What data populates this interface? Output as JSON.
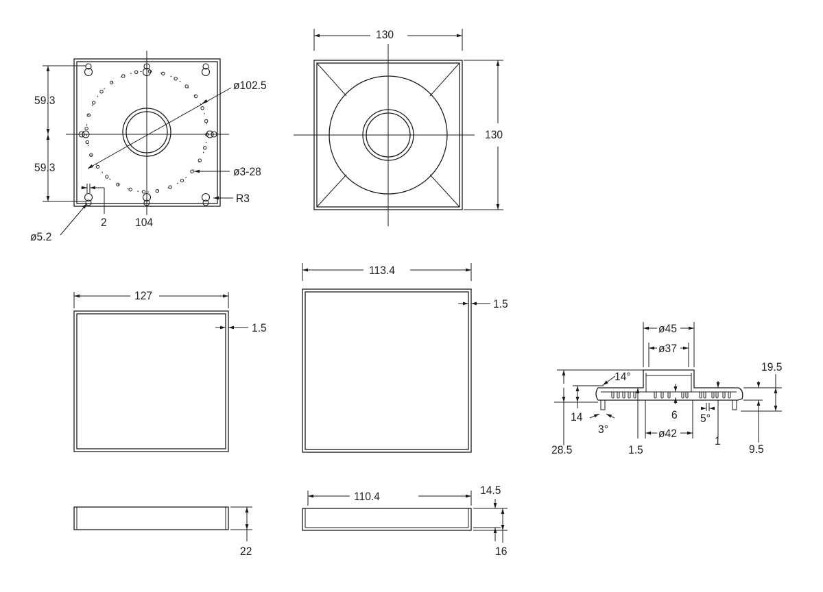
{
  "colors": {
    "ink": "#1a1a1a",
    "background": "#ffffff"
  },
  "labels": {
    "top_left": {
      "h1": "59.3",
      "h2": "59.3",
      "dia_bolt": "ø102.5",
      "hole": "ø3-28",
      "slot": "R3",
      "slot_dia": "ø5.2",
      "gap": "2",
      "pitch": "104"
    },
    "top_right": {
      "width": "130",
      "height": "130"
    },
    "mid_left": {
      "width": "127",
      "wall": "1.5"
    },
    "mid_right": {
      "width": "113.4",
      "wall": "1.5"
    },
    "bottom_left": {
      "height": "22"
    },
    "bottom_right": {
      "width": "110.4",
      "h_inner": "14.5",
      "h_outer": "16"
    },
    "section": {
      "d45": "ø45",
      "d37": "ø37",
      "d42": "ø42",
      "angle14": "14°",
      "angle3": "3°",
      "angle5": "5°",
      "h19_5": "19.5",
      "h9_5": "9.5",
      "h14": "14",
      "h28_5": "28.5",
      "h6": "6",
      "t1_5": "1.5",
      "t1": "1"
    }
  }
}
